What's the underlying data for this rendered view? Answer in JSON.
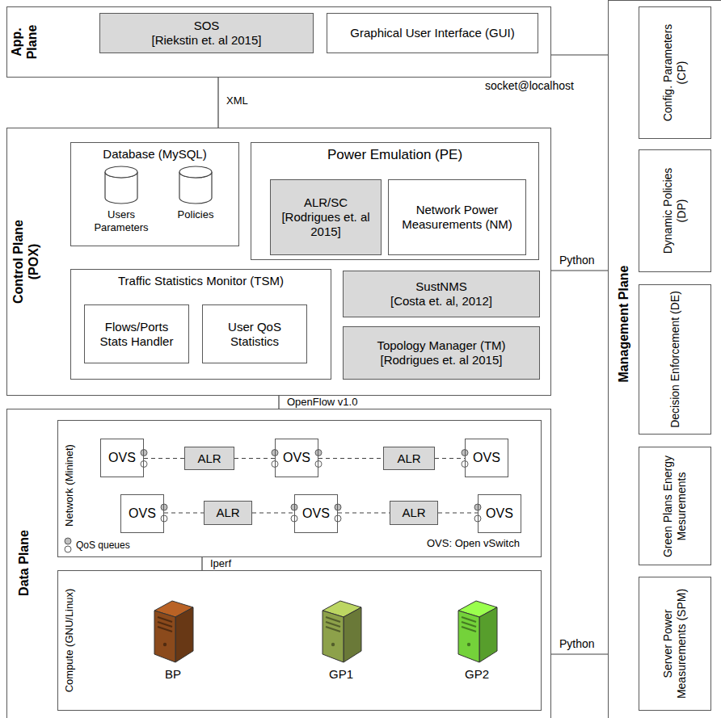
{
  "diagram": {
    "nodes": [
      {
        "text": [
          "App. Plane"
        ]
      },
      {
        "text": [
          "SOS",
          "[Riekstin et. al 2015]"
        ],
        "in": 0
      },
      {
        "text": [
          "Graphical User Interface (GUI)"
        ],
        "in": 0
      },
      {
        "text": [
          "Control Plane (POX)"
        ]
      },
      {
        "text": [
          "Database (MySQL)"
        ],
        "in": 3
      },
      {
        "text": [
          "Users Parameters"
        ],
        "in": 4
      },
      {
        "text": [
          "Policies"
        ],
        "in": 4
      },
      {
        "text": [
          "Power Emulation (PE)"
        ],
        "in": 3
      },
      {
        "text": [
          "ALR/SC",
          "[Rodrigues et. al 2015]"
        ],
        "in": 7
      },
      {
        "text": [
          "Network Power Measurements (NM)"
        ],
        "in": 7
      },
      {
        "text": [
          "Traffic Statistics Monitor (TSM)"
        ],
        "in": 3
      },
      {
        "text": [
          "Flows/Ports Stats Handler"
        ],
        "in": 10
      },
      {
        "text": [
          "User QoS Statistics"
        ],
        "in": 10
      },
      {
        "text": [
          "SustNMS",
          "[Costa et. al, 2012]"
        ],
        "in": 3
      },
      {
        "text": [
          "Topology Manager (TM)",
          "[Rodrigues et. al 2015]"
        ],
        "in": 3
      },
      {
        "text": [
          "Data Plane"
        ]
      },
      {
        "text": [
          "Network (Mininet)"
        ],
        "in": 15
      },
      {
        "text": [
          "OVS"
        ],
        "in": 16
      },
      {
        "text": [
          "ALR"
        ],
        "in": 16
      },
      {
        "text": [
          "OVS"
        ],
        "in": 16
      },
      {
        "text": [
          "ALR"
        ],
        "in": 16
      },
      {
        "text": [
          "OVS"
        ],
        "in": 16
      },
      {
        "text": [
          "OVS"
        ],
        "in": 16
      },
      {
        "text": [
          "ALR"
        ],
        "in": 16
      },
      {
        "text": [
          "OVS"
        ],
        "in": 16
      },
      {
        "text": [
          "ALR"
        ],
        "in": 16
      },
      {
        "text": [
          "OVS"
        ],
        "in": 16
      },
      {
        "text": [
          "Compute (GNU/Linux)"
        ],
        "in": 15
      },
      {
        "text": [
          "BP"
        ],
        "in": 27
      },
      {
        "text": [
          "GP1"
        ],
        "in": 27
      },
      {
        "text": [
          "GP2"
        ],
        "in": 27
      },
      {
        "text": [
          "Management Plane"
        ]
      },
      {
        "text": [
          "Config. Parameters (CP)"
        ],
        "in": 31
      },
      {
        "text": [
          "Dynamic Policies (DP)"
        ],
        "in": 31
      },
      {
        "text": [
          "Decision Enforcement (DE)"
        ],
        "in": 31
      },
      {
        "text": [
          "Green Plans Energy Mesurements"
        ],
        "in": 31
      },
      {
        "text": [
          "Server Power Measurements (SPM)"
        ],
        "in": 31
      }
    ],
    "edges": [
      {
        "from": 0,
        "to": 3,
        "arrow": "none",
        "label": "XML"
      },
      {
        "from": 3,
        "to": 15,
        "arrow": "none",
        "label": "OpenFlow v1.0"
      },
      {
        "from": 16,
        "to": 27,
        "arrow": "none",
        "label": "Iperf"
      },
      {
        "from": 0,
        "to": 31,
        "arrow": "none",
        "label": "socket@localhost"
      },
      {
        "from": 3,
        "to": 31,
        "arrow": "none",
        "label": "Python"
      },
      {
        "from": 15,
        "to": 31,
        "arrow": "none",
        "label": "Python"
      },
      {
        "from": 17,
        "to": 18,
        "arrow": "none"
      },
      {
        "from": 18,
        "to": 19,
        "arrow": "none"
      },
      {
        "from": 19,
        "to": 20,
        "arrow": "none"
      },
      {
        "from": 20,
        "to": 21,
        "arrow": "none"
      },
      {
        "from": 22,
        "to": 23,
        "arrow": "none"
      },
      {
        "from": 23,
        "to": 24,
        "arrow": "none"
      },
      {
        "from": 24,
        "to": 25,
        "arrow": "none"
      },
      {
        "from": 25,
        "to": 26,
        "arrow": "none"
      }
    ],
    "labels": [
      "OVS: Open vSwitch"
    ],
    "legend": [
      {
        "text": "QoS queues"
      }
    ]
  }
}
